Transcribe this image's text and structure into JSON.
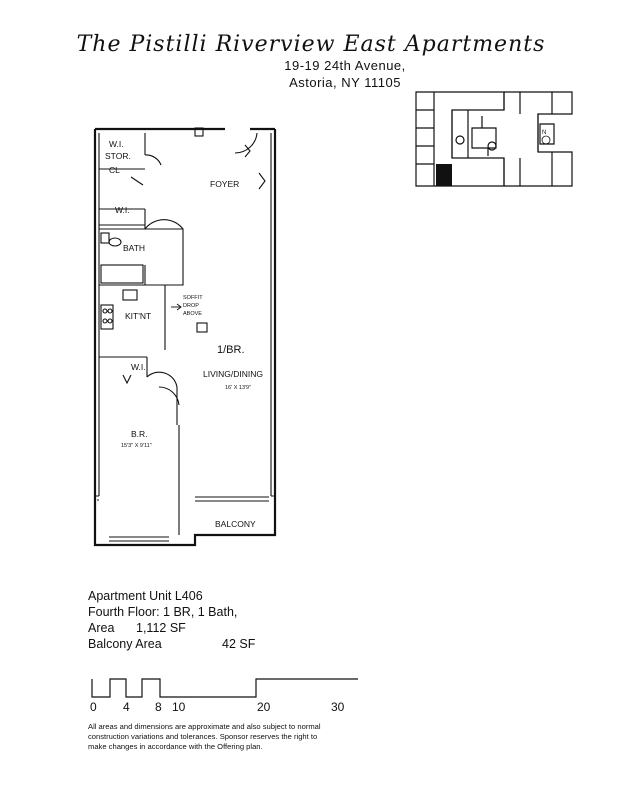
{
  "header": {
    "title": "The Pistilli Riverview East Apartments",
    "address_line1": "19-19 24th Avenue,",
    "address_line2": "Astoria, NY 11105"
  },
  "plan_labels": {
    "wi_stor": "W.I.",
    "stor": "STOR.",
    "cl": "CL",
    "foyer": "FOYER",
    "wi_bath": "W.I.",
    "bath": "BATH",
    "soffit1": "SOFFIT",
    "soffit2": "DROP",
    "soffit3": "ABOVE",
    "kitnt": "KIT'NT",
    "br_living": "1/BR.",
    "living_dining": "LIVING/DINING",
    "living_dim": "16' X 13'9\"",
    "wi_br": "W.I.",
    "br": "B.R.",
    "br_dim": "15'3\" X 9'11\"",
    "balcony": "BALCONY"
  },
  "keyplan": {
    "north_label": "N"
  },
  "unit_info": {
    "line1": "Apartment Unit L406",
    "line2": "Fourth Floor: 1 BR, 1 Bath,",
    "area_label": "Area",
    "area_value": "1,112 SF",
    "balcony_label": "Balcony Area",
    "balcony_value": "42 SF"
  },
  "scale": {
    "ticks": [
      "0",
      "4",
      "8",
      "10",
      "20",
      "30"
    ]
  },
  "disclaimer": "All areas and dimensions are approximate and also subject to normal construction variations and tolerances. Sponsor reserves the right to make changes in accordance with the Offering plan."
}
